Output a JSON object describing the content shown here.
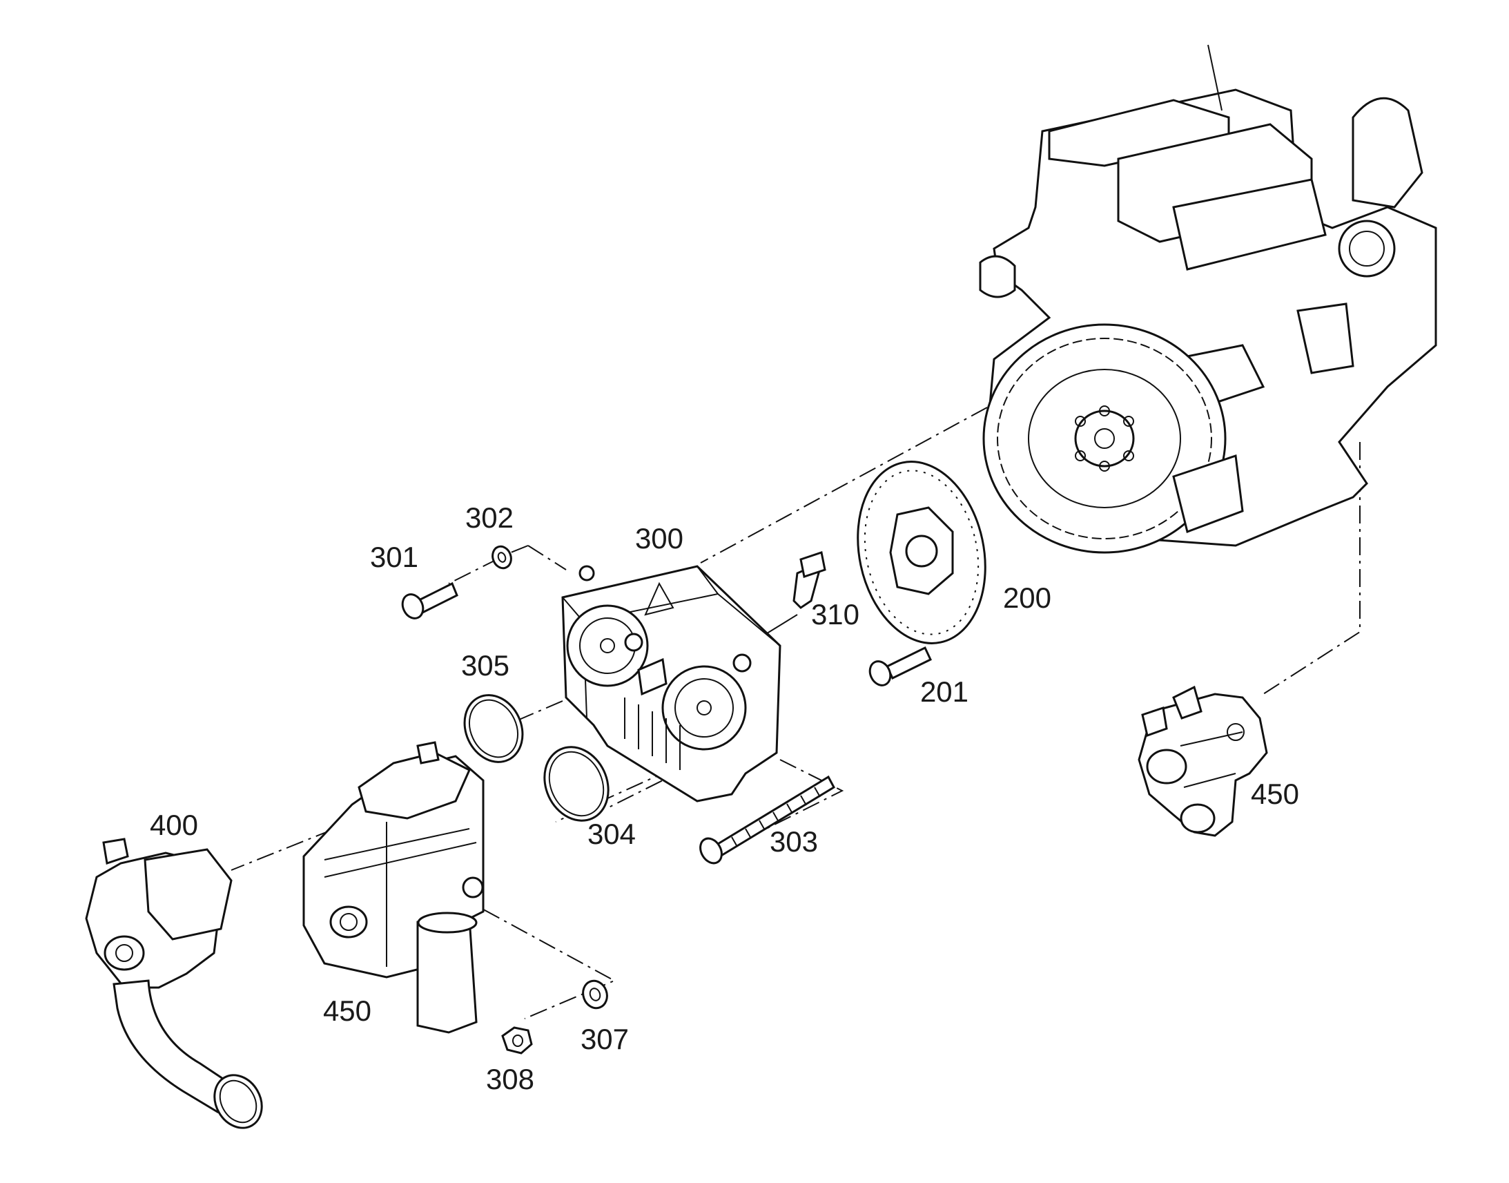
{
  "callouts": [
    {
      "id": "c200",
      "text": "200"
    },
    {
      "id": "c201",
      "text": "201"
    },
    {
      "id": "c300",
      "text": "300"
    },
    {
      "id": "c301",
      "text": "301"
    },
    {
      "id": "c302",
      "text": "302"
    },
    {
      "id": "c303",
      "text": "303"
    },
    {
      "id": "c304",
      "text": "304"
    },
    {
      "id": "c305",
      "text": "305"
    },
    {
      "id": "c307",
      "text": "307"
    },
    {
      "id": "c308",
      "text": "308"
    },
    {
      "id": "c310",
      "text": "310"
    },
    {
      "id": "c400",
      "text": "400"
    },
    {
      "id": "c450a",
      "text": "450"
    },
    {
      "id": "c450b",
      "text": "450"
    }
  ]
}
